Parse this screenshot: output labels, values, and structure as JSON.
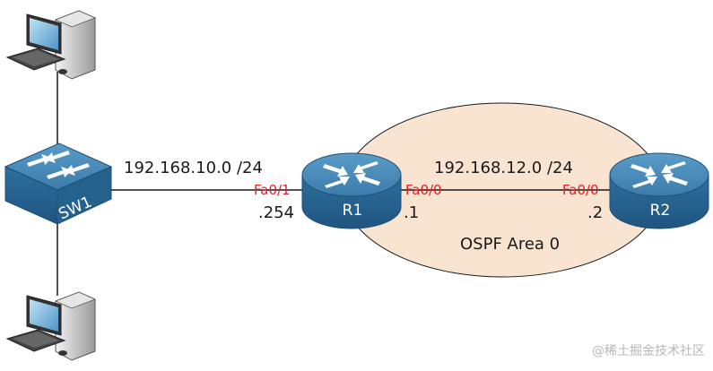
{
  "colors": {
    "area_fill": "#f9e3d1",
    "link": "#1a1a1a",
    "interface_text": "#e0202a",
    "device_blue": "#2f6f9e",
    "watermark": "#b8b8b8"
  },
  "area": {
    "label": "OSPF Area 0"
  },
  "devices": {
    "sw1": {
      "label": "SW1",
      "icon": "switch-icon"
    },
    "r1": {
      "label": "R1",
      "icon": "router-icon"
    },
    "r2": {
      "label": "R2",
      "icon": "router-icon"
    },
    "pc_top": {
      "icon": "computer-icon"
    },
    "pc_bottom": {
      "icon": "computer-icon"
    }
  },
  "links": {
    "lan": {
      "network": "192.168.10.0 /24",
      "r1_interface": "Fa0/1",
      "r1_ip": ".254"
    },
    "wan": {
      "network": "192.168.12.0 /24",
      "r1_interface": "Fa0/0",
      "r1_ip": ".1",
      "r2_interface": "Fa0/0",
      "r2_ip": ".2"
    }
  },
  "watermark": "@稀土掘金技术社区"
}
